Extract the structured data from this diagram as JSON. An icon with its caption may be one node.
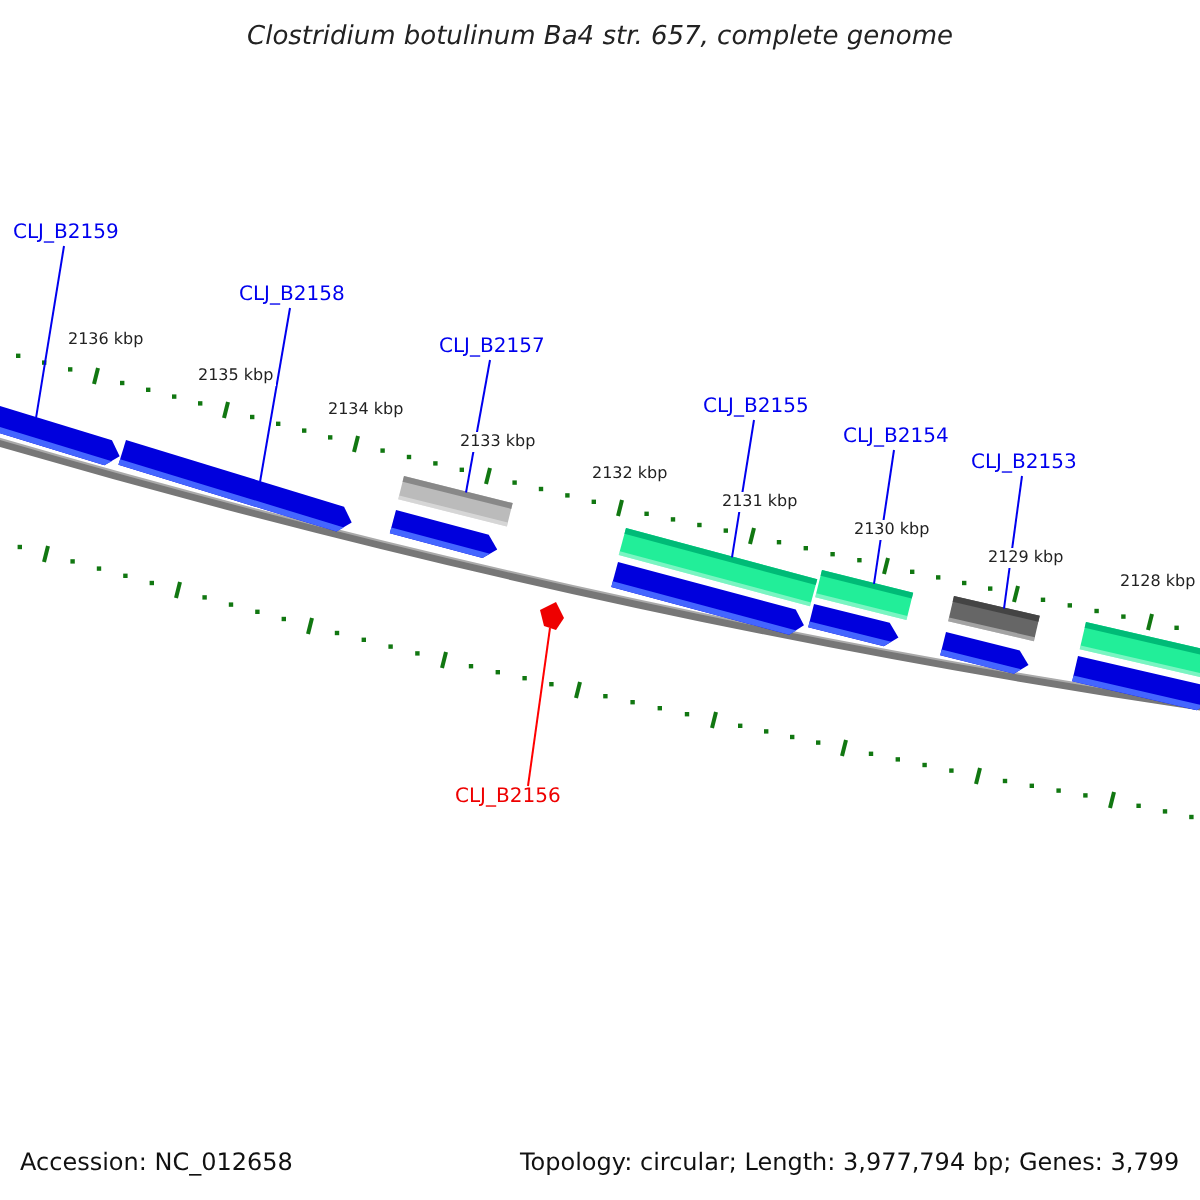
{
  "diagram": {
    "title": "Clostridium botulinum Ba4 str. 657, complete genome",
    "nodes": [
      {
        "text": [
          "CLJ_B2159"
        ]
      },
      {
        "text": [
          "CLJ_B2158"
        ]
      },
      {
        "text": [
          "CLJ_B2157"
        ]
      },
      {
        "text": [
          "CLJ_B2155"
        ]
      },
      {
        "text": [
          "CLJ_B2154"
        ]
      },
      {
        "text": [
          "CLJ_B2153"
        ]
      },
      {
        "text": [],
        "shape": "arrow"
      },
      {
        "text": [],
        "shape": "arrow"
      },
      {
        "text": [],
        "shape": "bar"
      },
      {
        "text": [],
        "shape": "bar"
      },
      {
        "text": [],
        "shape": "bar"
      },
      {
        "text": [],
        "shape": "bar"
      },
      {
        "text": [],
        "shape": "arrow"
      },
      {
        "text": [
          "CLJ_B2156"
        ]
      },
      {
        "text": [],
        "shape": "arrow"
      },
      {
        "text": [],
        "shape": "arrow"
      },
      {
        "text": [],
        "shape": "arrow"
      },
      {
        "text": [],
        "shape": "arrow"
      },
      {
        "text": [],
        "shape": "bar"
      },
      {
        "text": [],
        "shape": "arrow"
      }
    ],
    "edges": [
      {
        "from": 0,
        "to": 6,
        "arrow": "none"
      },
      {
        "from": 1,
        "to": 7,
        "arrow": "none"
      },
      {
        "from": 2,
        "to": 8,
        "arrow": "none"
      },
      {
        "from": 3,
        "to": 9,
        "arrow": "none"
      },
      {
        "from": 4,
        "to": 10,
        "arrow": "none"
      },
      {
        "from": 5,
        "to": 11,
        "arrow": "none"
      },
      {
        "from": 13,
        "to": 12,
        "arrow": "none",
        "color": "#ff0000"
      }
    ],
    "labels": [
      "2136 kbp",
      "2135 kbp",
      "2134 kbp",
      "2133 kbp",
      "2132 kbp",
      "2131 kbp",
      "2130 kbp",
      "2129 kbp",
      "2128 kbp",
      "Accession: NC_012658",
      "Topology: circular; Length: 3,977,794 bp; Genes: 3,799"
    ]
  }
}
